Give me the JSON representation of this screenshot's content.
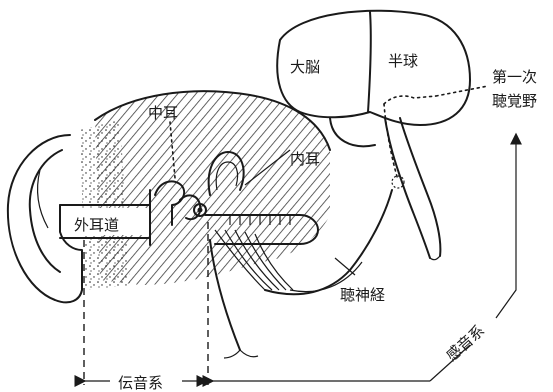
{
  "labels": {
    "cerebrum": "大脳",
    "hemisphere": "半球",
    "primary_auditory_cortex_line1": "第一次",
    "primary_auditory_cortex_line2": "聴覚野",
    "middle_ear": "中耳",
    "inner_ear": "内耳",
    "external_auditory_canal": "外耳道",
    "auditory_nerve": "聴神経",
    "sensorineural_system": "感音系",
    "conductive_system": "伝音系"
  },
  "colors": {
    "ink": "#1a1a1a",
    "background": "#ffffff"
  }
}
